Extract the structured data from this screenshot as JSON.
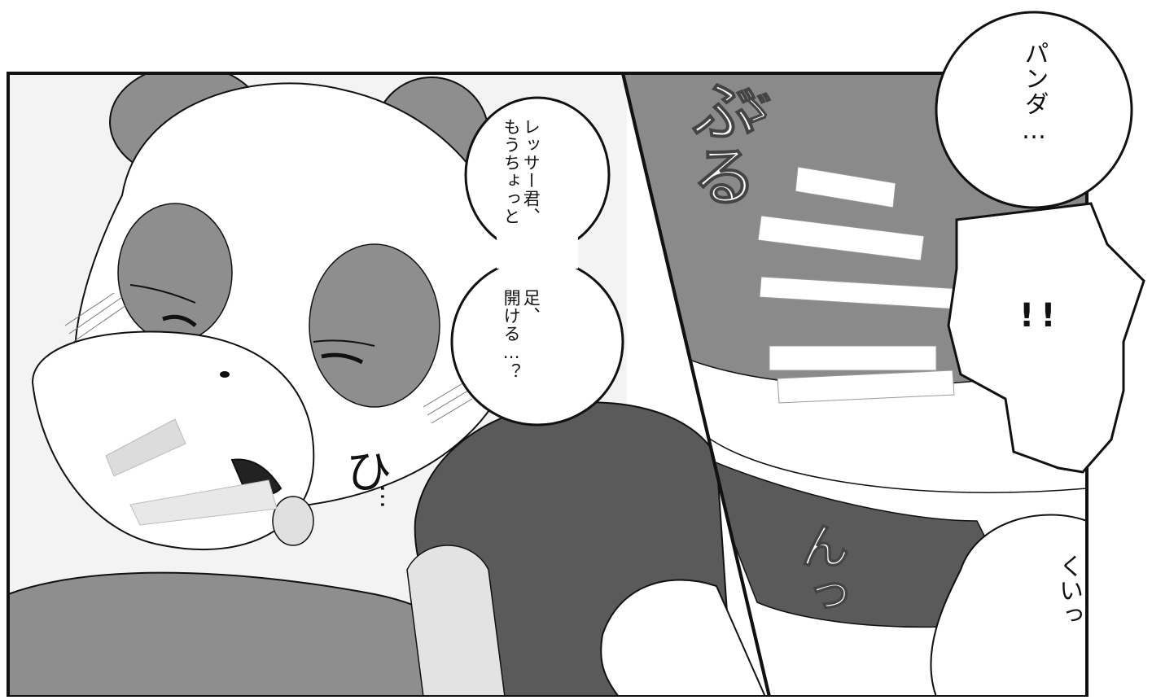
{
  "panels": {
    "left": {
      "speech_bubble_top": "レッサー君、\nもうちょっと",
      "speech_bubble_bottom": "足、\n開ける…？",
      "sfx_mumble": "ひ",
      "sfx_dots": "…"
    },
    "right": {
      "speech_bubble_name": "パンダ…",
      "shout_bubble": "!!",
      "sfx_buru": "ぶる",
      "sfx_dakuten": "ゞ",
      "sfx_n": "んっ",
      "sfx_kui": "くいっ"
    }
  },
  "colors": {
    "ink": "#111111",
    "panda_gray": "#8e8e8e",
    "dark_cloth": "#5a5a5a",
    "light_gray": "#d9d9d9",
    "paper": "#ffffff"
  }
}
